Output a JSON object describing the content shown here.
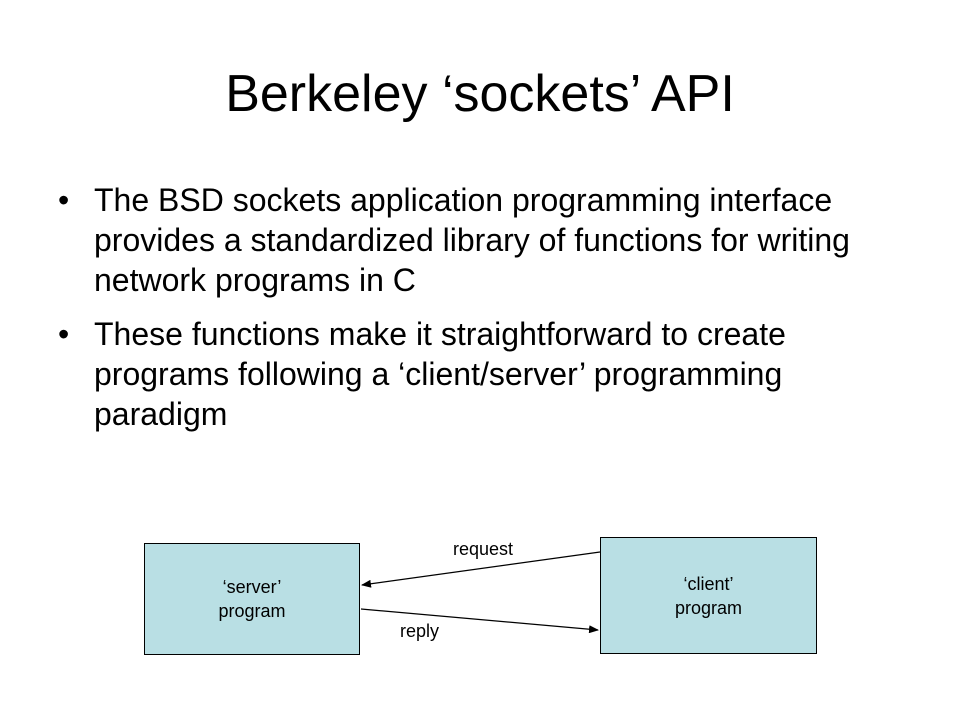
{
  "slide": {
    "title": "Berkeley ‘sockets’ API",
    "bullet_glyph": "•",
    "bullets": [
      "The BSD sockets application programming interface provides a standardized library of functions for writing network programs in C",
      "These functions make it straightforward to create programs following a ‘client/server’ programming paradigm"
    ]
  },
  "diagram": {
    "server": {
      "line1": "‘server’",
      "line2": "program"
    },
    "client": {
      "line1": "‘client’",
      "line2": "program"
    },
    "edges": {
      "request": "request",
      "reply": "reply"
    },
    "colors": {
      "box_fill": "#b9dfe4",
      "stroke": "#000000"
    }
  }
}
